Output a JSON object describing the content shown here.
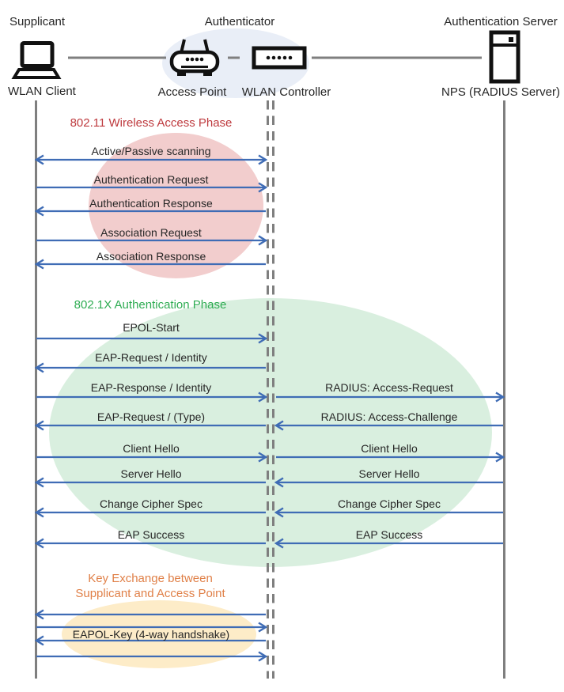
{
  "actors": {
    "supplicant": {
      "role": "Supplicant",
      "device": "WLAN Client"
    },
    "authenticator": {
      "role": "Authenticator",
      "ap_device": "Access Point",
      "controller_device": "WLAN Controller"
    },
    "auth_server": {
      "role": "Authentication Server",
      "device": "NPS (RADIUS Server)"
    }
  },
  "icons": {
    "laptop": "laptop-icon",
    "access_point": "access-point-icon",
    "controller": "wlan-controller-icon",
    "server": "server-icon"
  },
  "colors": {
    "arrow_blue": "#3f6cb5",
    "lifeline_gray": "#7f7f7f",
    "icon_black": "#111111",
    "label_text": "#262626",
    "phase1_title": "#be3a3e",
    "phase1_fill": "#f2cdcd",
    "phase2_title": "#2eac52",
    "phase2_fill": "#d9efdf",
    "phase3_title": "#e08048",
    "phase3_fill": "#fdecc8",
    "authenticator_fill": "#e9eef7"
  },
  "phases": [
    {
      "title": "802.11 Wireless Access Phase"
    },
    {
      "title": "802.1X Authentication Phase"
    },
    {
      "title": "Key Exchange between\nSupplicant and Access Point"
    }
  ],
  "messages": [
    {
      "left": {
        "label": "Active/Passive scanning",
        "dir": "both"
      }
    },
    {
      "left": {
        "label": "Authentication Request",
        "dir": "right"
      }
    },
    {
      "left": {
        "label": "Authentication Response",
        "dir": "left"
      }
    },
    {
      "left": {
        "label": "Association Request",
        "dir": "right"
      }
    },
    {
      "left": {
        "label": "Association Response",
        "dir": "left"
      }
    },
    {
      "left": {
        "label": "EPOL-Start",
        "dir": "right"
      }
    },
    {
      "left": {
        "label": "EAP-Request / Identity",
        "dir": "left"
      }
    },
    {
      "left": {
        "label": "EAP-Response / Identity",
        "dir": "right"
      },
      "right": {
        "label": "RADIUS: Access-Request",
        "dir": "right"
      }
    },
    {
      "left": {
        "label": "EAP-Request / (Type)",
        "dir": "left"
      },
      "right": {
        "label": "RADIUS: Access-Challenge",
        "dir": "left"
      }
    },
    {
      "left": {
        "label": "Client Hello",
        "dir": "right"
      },
      "right": {
        "label": "Client Hello",
        "dir": "right"
      }
    },
    {
      "left": {
        "label": "Server Hello",
        "dir": "left"
      },
      "right": {
        "label": "Server Hello",
        "dir": "left"
      }
    },
    {
      "left": {
        "label": "Change Cipher Spec",
        "dir": "left"
      },
      "right": {
        "label": "Change Cipher Spec",
        "dir": "left"
      }
    },
    {
      "left": {
        "label": "EAP Success",
        "dir": "left"
      },
      "right": {
        "label": "EAP Success",
        "dir": "left"
      }
    },
    {
      "left": {
        "label": "",
        "dir": "left"
      }
    },
    {
      "left": {
        "label": "",
        "dir": "right"
      }
    },
    {
      "left": {
        "label": "EAPOL-Key (4-way handshake)",
        "dir": "left"
      }
    },
    {
      "left": {
        "label": "",
        "dir": "right"
      }
    }
  ]
}
